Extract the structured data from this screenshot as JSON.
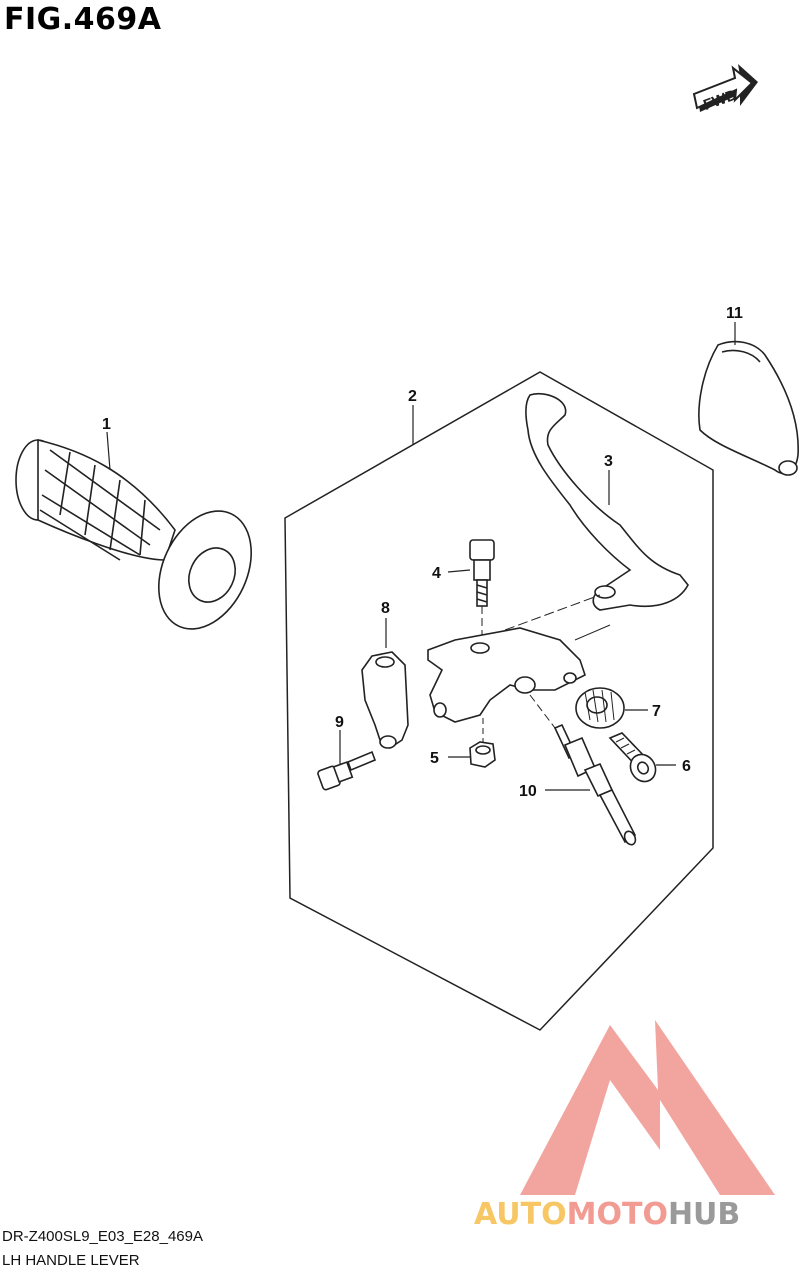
{
  "figure": {
    "title": "FIG.469A",
    "fwd_label": "FWD",
    "code": "DR-Z400SL9_E03_E28_469A",
    "caption": "LH HANDLE LEVER"
  },
  "callouts": [
    "1",
    "2",
    "3",
    "4",
    "5",
    "6",
    "7",
    "8",
    "9",
    "10",
    "11"
  ],
  "watermark": {
    "part1": "AUTO",
    "part2": "MOTO",
    "part3": "HUB",
    "colors": {
      "part1": "#f7c766",
      "part2": "#f29b93",
      "part3": "#9a9a9a",
      "logo": "#f08f88"
    }
  }
}
